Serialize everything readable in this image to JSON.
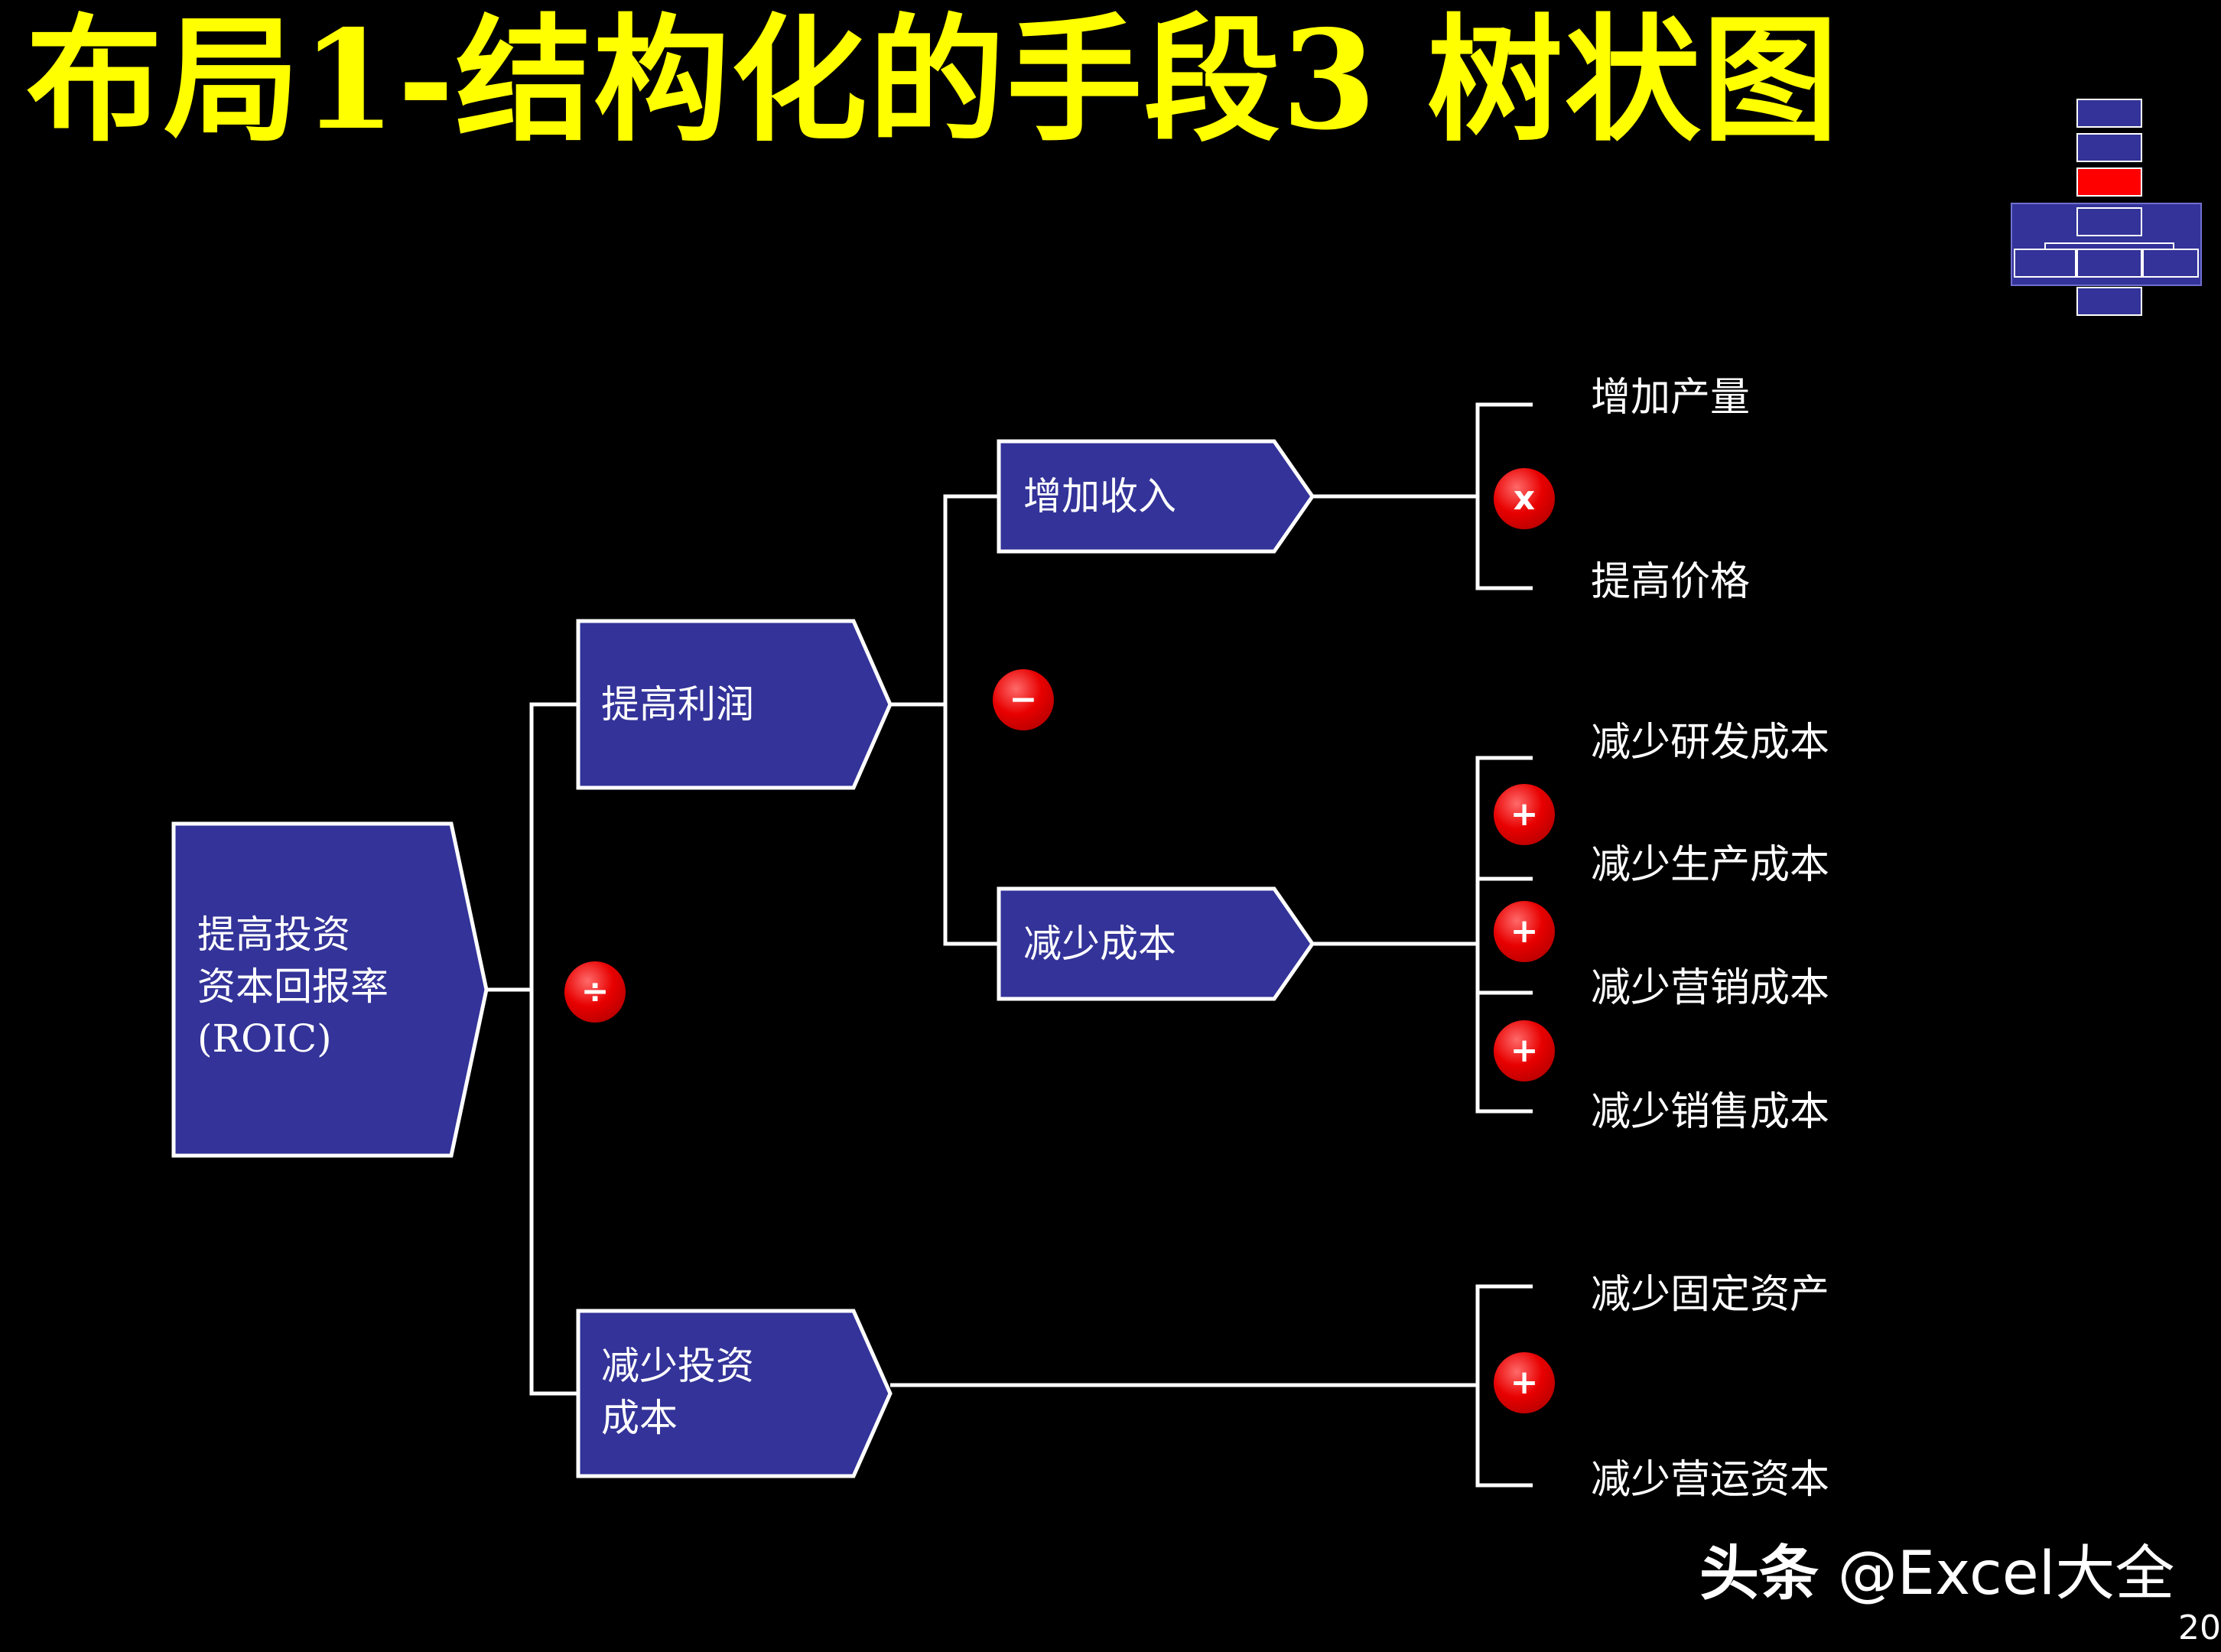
{
  "slide": {
    "title": "布局1-结构化的手段3 树状图",
    "watermark_bold": "头条",
    "watermark_rest": " @Excel大全",
    "page_number": "20"
  },
  "colors": {
    "background": "#000000",
    "title": "#ffff00",
    "box_fill": "#333399",
    "line": "#ffffff",
    "operator": "#e80000",
    "nav_highlight": "#ff0000"
  },
  "tree": {
    "root": {
      "label": "提高投资\n资本回报率\n(ROIC)"
    },
    "root_operator": "÷",
    "profit": {
      "label": "提高利润"
    },
    "profit_operator": "−",
    "invest": {
      "label": "减少投资\n成本"
    },
    "revenue": {
      "label": "增加收入"
    },
    "cost": {
      "label": "减少成本"
    },
    "revenue_operator": "x",
    "revenue_leaves": [
      "增加产量",
      "提高价格"
    ],
    "cost_operators": [
      "+",
      "+",
      "+"
    ],
    "cost_leaves": [
      "减少研发成本",
      "减少生产成本",
      "减少营销成本",
      "减少销售成本"
    ],
    "invest_operator": "+",
    "invest_leaves": [
      "减少固定资产",
      "减少营运资本"
    ]
  }
}
